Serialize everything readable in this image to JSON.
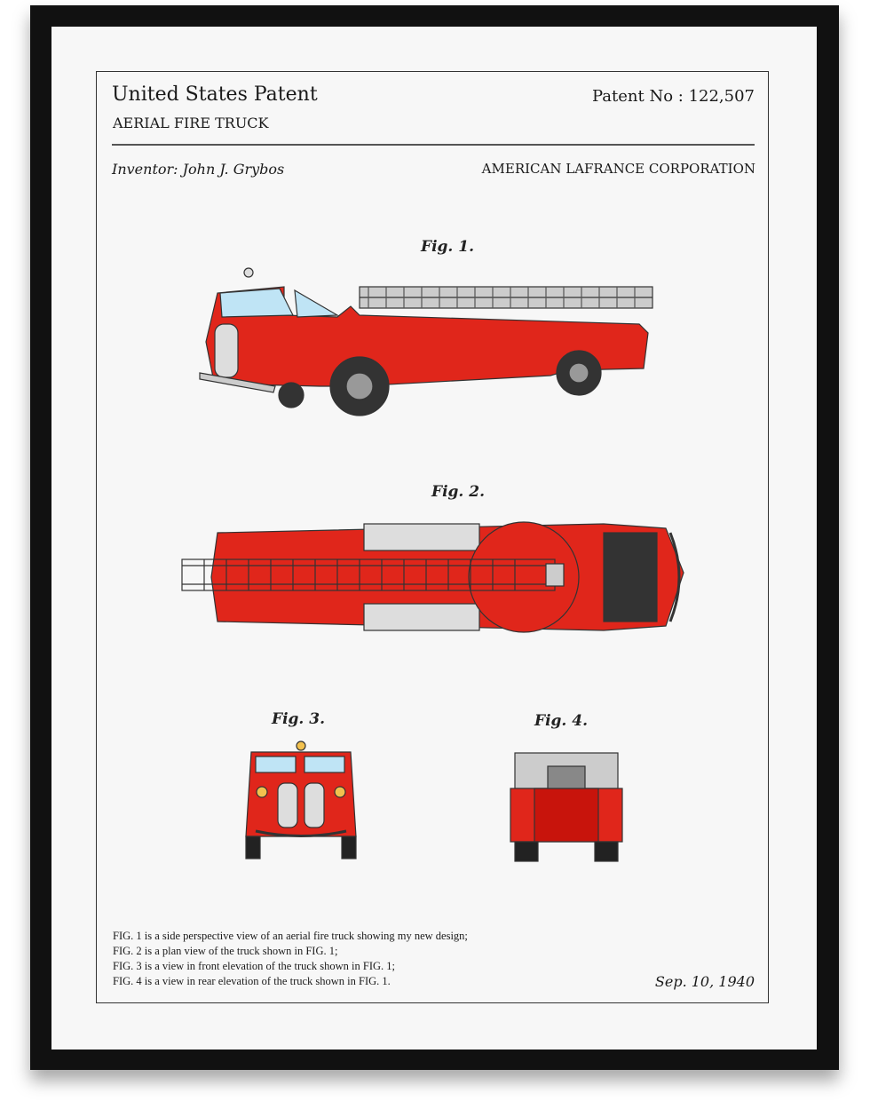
{
  "header": {
    "title": "United States Patent",
    "subtitle": "AERIAL FIRE TRUCK",
    "patent_number": "Patent No : 122,507",
    "inventor": "Inventor: John J. Grybos",
    "assignee": "AMERICAN LAFRANCE CORPORATION"
  },
  "figures": [
    {
      "label": "Fig. 1."
    },
    {
      "label": "Fig. 2."
    },
    {
      "label": "Fig. 3."
    },
    {
      "label": "Fig. 4."
    }
  ],
  "descriptions": [
    "FIG. 1  is a side perspective view of an aerial fire truck showing my new design;",
    "FIG. 2 is a plan view of the truck shown in FIG. 1;",
    "FIG. 3 is a view in front elevation of the truck shown in FIG. 1;",
    "FIG. 4 is a view in rear elevation of the truck shown in FIG. 1."
  ],
  "date": "Sep. 10, 1940",
  "colors": {
    "truck_red": "#e0261b",
    "frame": "#111111"
  }
}
